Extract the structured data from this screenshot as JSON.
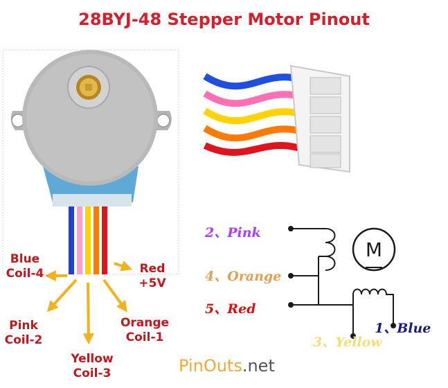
{
  "title": "28BYJ-48 Stepper Motor Pinout",
  "left_labels": {
    "blue": "Blue",
    "coil4": "Coil-4",
    "red": "Red",
    "v5": "+5V",
    "pink": "Pink",
    "coil2": "Coil-2",
    "orange": "Orange",
    "coil1": "Coil-1",
    "yellow": "Yellow",
    "coil3": "Coil-3"
  },
  "schematic": {
    "pink": "2、Pink",
    "orange": "4、Orange",
    "red": "5、Red",
    "blue": "1、Blue",
    "yellow": "3、Yellow",
    "motor_symbol": "M"
  },
  "watermark": {
    "part1": "Pin",
    "part2": "Outs",
    "part3": ".net"
  },
  "colors": {
    "title": "#d3202a",
    "labels": "#c4161c",
    "arrows": "#f2b21e",
    "motor_body": "#b9b9b9",
    "motor_base": "#5fa9d6",
    "wire_blue": "#1f3fd8",
    "wire_pink": "#ff9fcf",
    "wire_yellow": "#ffd200",
    "wire_orange": "#ff7a00",
    "wire_red": "#e0141b"
  }
}
